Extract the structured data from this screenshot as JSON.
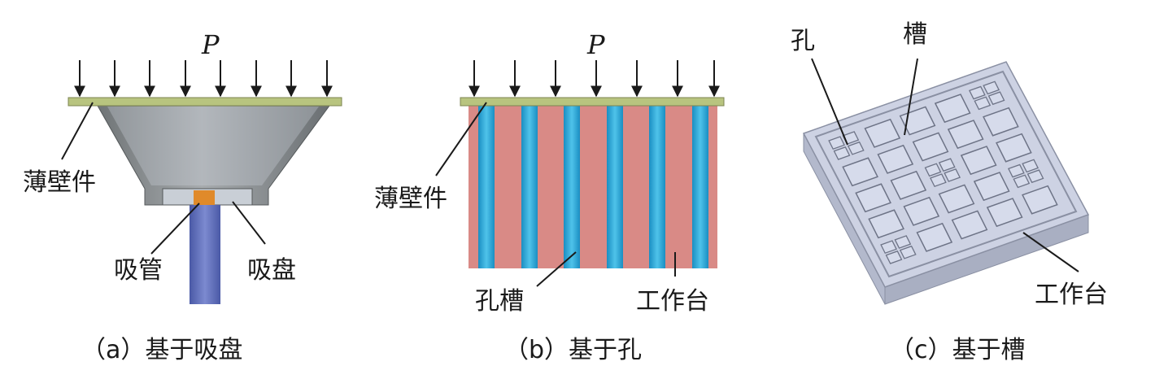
{
  "panel_a": {
    "load_label": "P",
    "thin_wall_label": "薄壁件",
    "tube_label": "吸管",
    "cup_label": "吸盘",
    "caption": "（a）基于吸盘",
    "colors": {
      "plate": "#b8c47f",
      "cone": "#8f9496",
      "cup_inner": "#c9cfd6",
      "tube": "#5b6bb6",
      "nozzle": "#e08a2a"
    }
  },
  "panel_b": {
    "load_label": "P",
    "thin_wall_label": "薄壁件",
    "hole_slot_label": "孔槽",
    "table_label": "工作台",
    "caption": "（b）基于孔",
    "colors": {
      "plate": "#b8c47f",
      "body": "#d98a86",
      "channel": "#2aa6d6"
    }
  },
  "panel_c": {
    "hole_label": "孔",
    "slot_label": "槽",
    "table_label": "工作台",
    "caption": "（c）基于槽",
    "colors": {
      "top": "#cdd2e3",
      "side": "#b3b9cc",
      "edge": "#8a90a3"
    }
  }
}
